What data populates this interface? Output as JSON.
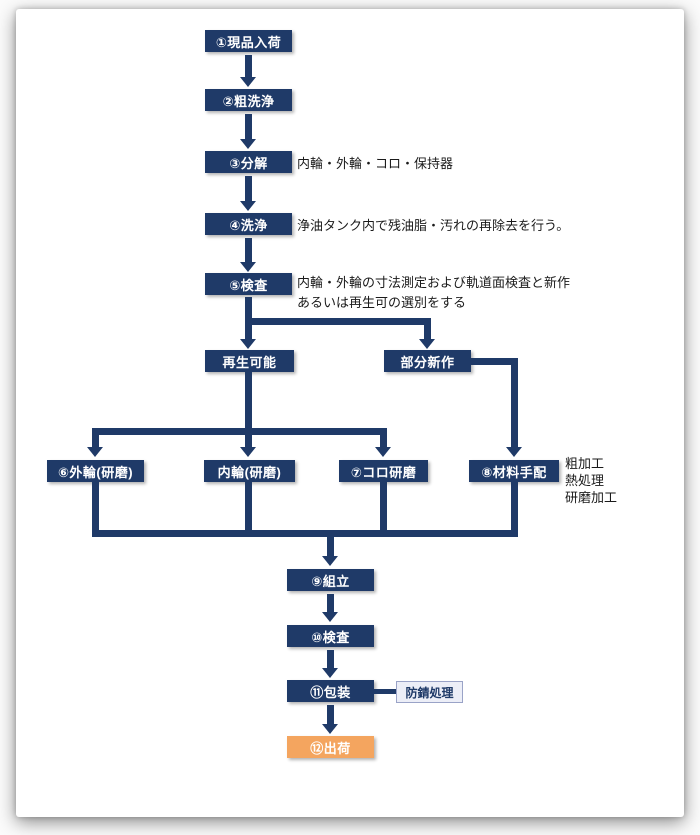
{
  "colors": {
    "navy": "#1f3a68",
    "orange": "#f4a55f",
    "note_box_bg": "#eceef7",
    "note_box_border": "#9aa3c7",
    "note_text": "#1a1a1a",
    "node_text": "#ffffff",
    "page_bg": "#ffffff"
  },
  "flow": {
    "step1": {
      "label": "①現品入荷"
    },
    "step2": {
      "label": "②粗洗浄"
    },
    "step3": {
      "label": "③分解",
      "note": "内輪・外輪・コロ・保持器"
    },
    "step4": {
      "label": "④洗浄",
      "note": "浄油タンク内で残油脂・汚れの再除去を行う。"
    },
    "step5": {
      "label": "⑤検査",
      "note_line1": "内輪・外輪の寸法測定および軌道面検査と新作",
      "note_line2": "あるいは再生可の選別をする"
    },
    "branch_regen": {
      "label": "再生可能"
    },
    "branch_partial": {
      "label": "部分新作"
    },
    "step6": {
      "label": "⑥外輪(研磨)"
    },
    "step_inner": {
      "label": "内輪(研磨)"
    },
    "step7": {
      "label": "⑦コロ研磨"
    },
    "step8": {
      "label": "⑧材料手配",
      "note_line1": "粗加工",
      "note_line2": "熱処理",
      "note_line3": "研磨加工"
    },
    "step9": {
      "label": "⑨組立"
    },
    "step10": {
      "label": "⑩検査"
    },
    "step11": {
      "label": "⑪包装",
      "side_note": "防錆処理"
    },
    "step12": {
      "label": "⑫出荷"
    }
  }
}
